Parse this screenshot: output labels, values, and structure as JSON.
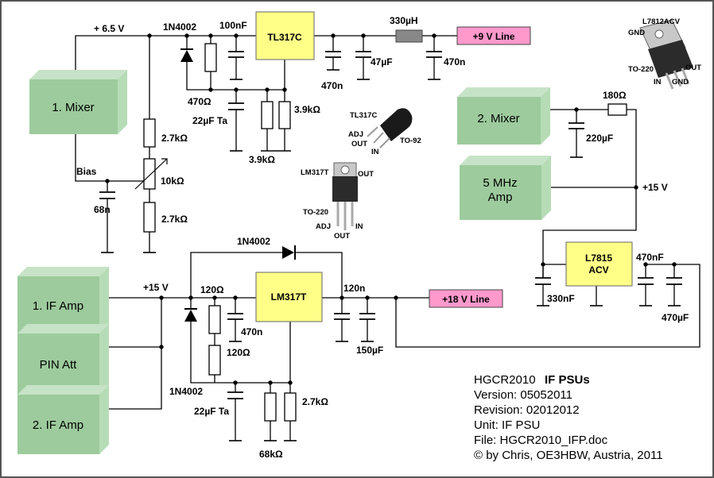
{
  "supply": {
    "top_rail": "+ 6.5 V",
    "if_rail": "+15 V",
    "right_rail": "+15 V"
  },
  "blocks": {
    "mixer1": "1. Mixer",
    "mixer2": "2. Mixer",
    "amp5mhz_line1": "5 MHz",
    "amp5mhz_line2": "Amp",
    "if_amp1": "1. IF Amp",
    "pin_att": "PIN Att",
    "if_amp2": "2. IF Amp"
  },
  "regulators": {
    "tl317c": "TL317C",
    "lm317t": "LM317T",
    "l7815_line1": "L7815",
    "l7815_line2": "ACV"
  },
  "outputs": {
    "plus9": "+9 V Line",
    "plus18": "+18 V Line"
  },
  "components": {
    "d_top": "1N4002",
    "c_top_in": "100nF",
    "l_top": "330µH",
    "c_top_out1": "470n",
    "c_top_out2": "47µF",
    "c_top_out3": "470n",
    "r_top_470": "470Ω",
    "c_top_ta": "22µF Ta",
    "r_top_39a": "3.9kΩ",
    "r_top_39b": "3.9kΩ",
    "r_bias_27a": "2.7kΩ",
    "pot_bias": "10kΩ",
    "r_bias_27b": "2.7kΩ",
    "c_bias": "68n",
    "bias_label": "Bias",
    "r_mix2": "180Ω",
    "c_mix2": "220µF",
    "d_bot_top": "1N4002",
    "d_bot_left": "1N4002",
    "r_bot_120a": "120Ω",
    "r_bot_120b": "120Ω",
    "c_bot_470n": "470n",
    "c_bot_120n": "120n",
    "c_bot_150": "150µF",
    "c_bot_ta": "22µF Ta",
    "r_bot_68k": "68kΩ",
    "r_bot_27k": "2.7kΩ",
    "c_7815_in": "330nF",
    "c_7815_out1": "470nF",
    "c_7815_out2": "470µF"
  },
  "packages": {
    "l7812": "L7812ACV",
    "gnd": "GND",
    "to220": "TO-220",
    "out": "OUT",
    "in": "IN",
    "tl317c": "TL317C",
    "adj": "ADJ",
    "to92": "TO-92",
    "lm317t": "LM317T",
    "to220b": "TO-220"
  },
  "info": {
    "title_a": "HGCR2010",
    "title_b": "IF PSUs",
    "version": "Version:  05052011",
    "revision": "Revision:  02012012",
    "unit": "Unit:  IF PSU",
    "file": "File:  HGCR2010_IFP.doc",
    "copyright": "© by Chris, OE3HBW, Austria, 2011"
  }
}
